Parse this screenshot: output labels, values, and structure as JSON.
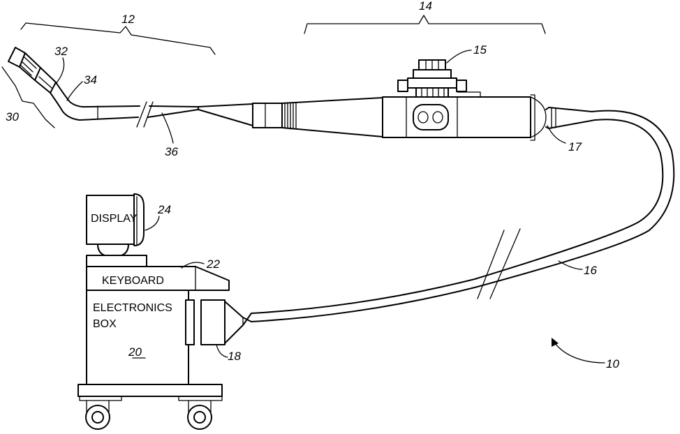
{
  "figure": {
    "colors": {
      "ink": "#000000",
      "paper": "#ffffff"
    },
    "labels": {
      "display": "DISPLAY",
      "keyboard": "KEYBOARD",
      "electronics_line1": "ELECTRONICS",
      "electronics_line2": "BOX"
    },
    "refs": {
      "r10": "10",
      "r12": "12",
      "r14": "14",
      "r15": "15",
      "r16": "16",
      "r17": "17",
      "r18": "18",
      "r20": "20",
      "r22": "22",
      "r24": "24",
      "r30": "30",
      "r32": "32",
      "r34": "34",
      "r36": "36"
    }
  }
}
